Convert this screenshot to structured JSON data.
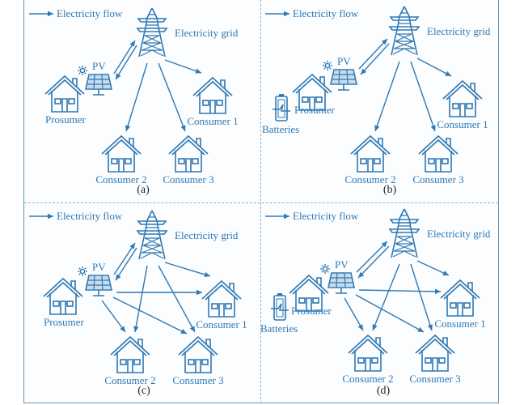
{
  "colors": {
    "accent": "#2f78b4",
    "frame": "#6a96b0",
    "divider": "#8fb0c4"
  },
  "labels": {
    "legend": "Electricity flow",
    "grid": "Electricity grid",
    "pv": "PV",
    "prosumer": "Prosumer",
    "batteries": "Batteries",
    "consumer1": "Consumer 1",
    "consumer2": "Consumer 2",
    "consumer3": "Consumer 3"
  },
  "panels": [
    {
      "id": "a",
      "caption": "(a)",
      "has_batteries": false,
      "flows": [
        {
          "from": "pv",
          "to": "grid"
        },
        {
          "from": "grid",
          "to": "pv"
        },
        {
          "from": "grid",
          "to": "consumer1"
        },
        {
          "from": "grid",
          "to": "consumer2"
        },
        {
          "from": "grid",
          "to": "consumer3"
        }
      ]
    },
    {
      "id": "b",
      "caption": "(b)",
      "has_batteries": true,
      "flows": [
        {
          "from": "pv",
          "to": "grid"
        },
        {
          "from": "grid",
          "to": "pv"
        },
        {
          "from": "grid",
          "to": "consumer1"
        },
        {
          "from": "grid",
          "to": "consumer2"
        },
        {
          "from": "grid",
          "to": "consumer3"
        }
      ]
    },
    {
      "id": "c",
      "caption": "(c)",
      "has_batteries": false,
      "flows": [
        {
          "from": "pv",
          "to": "grid"
        },
        {
          "from": "grid",
          "to": "pv"
        },
        {
          "from": "grid",
          "to": "consumer1"
        },
        {
          "from": "grid",
          "to": "consumer2"
        },
        {
          "from": "grid",
          "to": "consumer3"
        },
        {
          "from": "pv",
          "to": "consumer1"
        },
        {
          "from": "pv",
          "to": "consumer2"
        },
        {
          "from": "pv",
          "to": "consumer3"
        }
      ]
    },
    {
      "id": "d",
      "caption": "(d)",
      "has_batteries": true,
      "flows": [
        {
          "from": "pv",
          "to": "grid"
        },
        {
          "from": "grid",
          "to": "pv"
        },
        {
          "from": "grid",
          "to": "consumer1"
        },
        {
          "from": "grid",
          "to": "consumer2"
        },
        {
          "from": "grid",
          "to": "consumer3"
        },
        {
          "from": "pv",
          "to": "consumer1"
        },
        {
          "from": "pv",
          "to": "consumer2"
        },
        {
          "from": "pv",
          "to": "consumer3"
        }
      ]
    }
  ]
}
